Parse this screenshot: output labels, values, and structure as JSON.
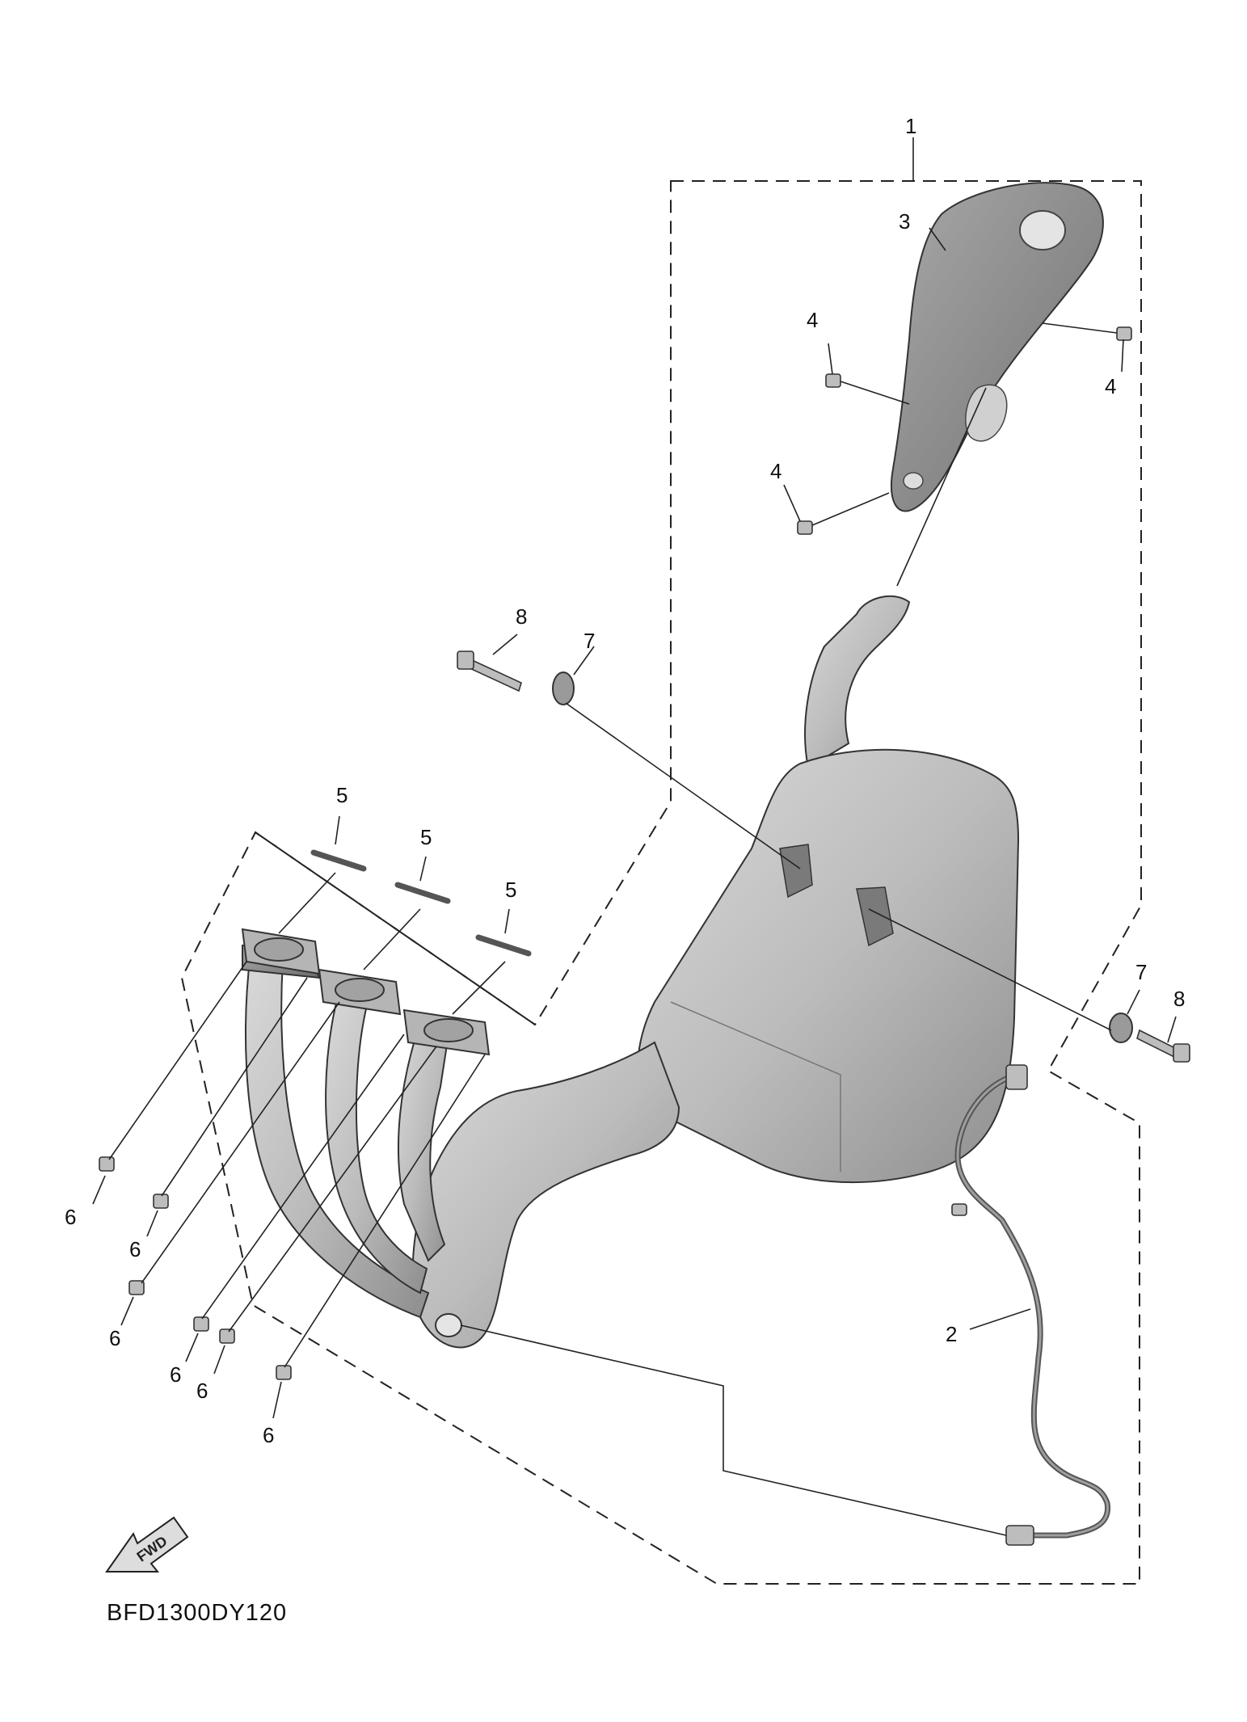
{
  "diagram_code": "BFD1300DY120",
  "fwd_label": "FWD",
  "callouts": {
    "c1": "1",
    "c2": "2",
    "c3": "3",
    "c4a": "4",
    "c4b": "4",
    "c4c": "4",
    "c5a": "5",
    "c5b": "5",
    "c5c": "5",
    "c6a": "6",
    "c6b": "6",
    "c6c": "6",
    "c6d": "6",
    "c6e": "6",
    "c6f": "6",
    "c7a": "7",
    "c7b": "7",
    "c8a": "8",
    "c8b": "8"
  },
  "icons": {
    "fwd": "fwd-arrow-icon"
  }
}
